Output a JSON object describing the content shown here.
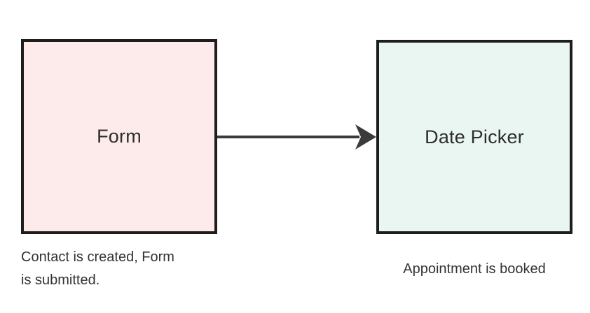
{
  "diagram": {
    "background_color": "#ffffff",
    "nodes": [
      {
        "id": "form",
        "label": "Form",
        "fill_color": "#fdeaea",
        "border_color": "#1d1d1d",
        "text_color": "#2d2d2d"
      },
      {
        "id": "date-picker",
        "label": "Date Picker",
        "fill_color": "#eaf6f2",
        "border_color": "#1d1d1d",
        "text_color": "#2d2d2d"
      }
    ],
    "connector": {
      "from": "form",
      "to": "date-picker",
      "direction": "right",
      "color": "#3b3b3b",
      "head": "filled-stealth-arrow"
    },
    "captions": [
      {
        "attached_to": "form",
        "lines": [
          "Contact is created, Form",
          "is submitted."
        ],
        "text": "Contact is created, Form is submitted.",
        "align": "left",
        "color": "#333333"
      },
      {
        "attached_to": "date-picker",
        "lines": [
          "Appointment is booked"
        ],
        "text": "Appointment is booked",
        "align": "center",
        "color": "#333333"
      }
    ]
  }
}
